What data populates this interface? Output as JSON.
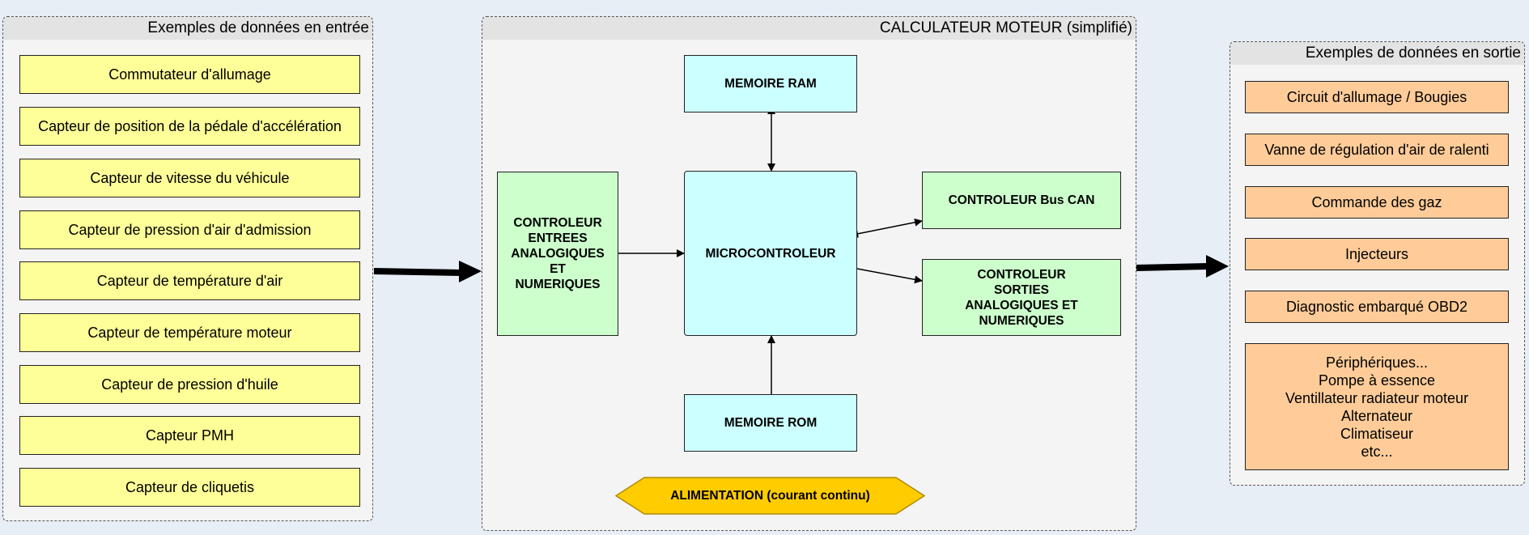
{
  "inputs": {
    "title": "Exemples de données en entrée",
    "items": [
      "Commutateur d'allumage",
      "Capteur de position de la pédale d'accélération",
      "Capteur de vitesse du véhicule",
      "Capteur de pression d'air d'admission",
      "Capteur de température d'air",
      "Capteur de température moteur",
      "Capteur de pression d'huile",
      "Capteur PMH",
      "Capteur de cliquetis"
    ]
  },
  "ecu": {
    "title": "CALCULATEUR MOTEUR (simplifié)",
    "ram": "MEMOIRE RAM",
    "rom": "MEMOIRE ROM",
    "micro": "MICROCONTROLEUR",
    "in_controller": [
      "CONTROLEUR",
      "ENTREES",
      "ANALOGIQUES",
      "ET",
      "NUMERIQUES"
    ],
    "can_controller": "CONTROLEUR Bus CAN",
    "out_controller": [
      "CONTROLEUR",
      "SORTIES",
      "ANALOGIQUES ET",
      "NUMERIQUES"
    ],
    "power": "ALIMENTATION (courant continu)"
  },
  "outputs": {
    "title": "Exemples de données en sortie",
    "items": [
      "Circuit d'allumage / Bougies",
      "Vanne de régulation d'air de ralenti",
      "Commande des gaz",
      "Injecteurs",
      "Diagnostic embarqué OBD2"
    ],
    "multi": [
      "Périphériques...",
      "Pompe à essence",
      "Ventillateur radiateur moteur",
      "Alternateur",
      "Climatiseur",
      "etc..."
    ]
  },
  "colors": {
    "input_fill": "#ffff99",
    "output_fill": "#ffcc99",
    "memory_fill": "#ccffff",
    "controller_fill": "#ccffcc",
    "power_fill": "#ffcc00"
  }
}
